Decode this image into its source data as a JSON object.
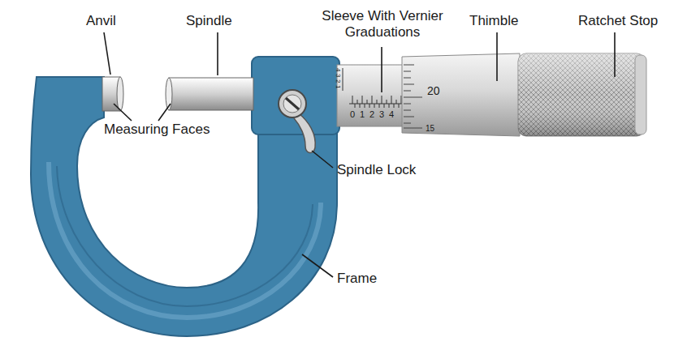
{
  "diagram": {
    "labels": [
      "Anvil",
      "Spindle",
      "Sleeve With Vernier Graduations",
      "Thimble",
      "Ratchet Stop",
      "Measuring Faces",
      "Spindle Lock",
      "Frame",
      "4",
      "3",
      "2",
      "1",
      "0",
      "1",
      "2",
      "3",
      "4",
      "20",
      "15"
    ]
  }
}
